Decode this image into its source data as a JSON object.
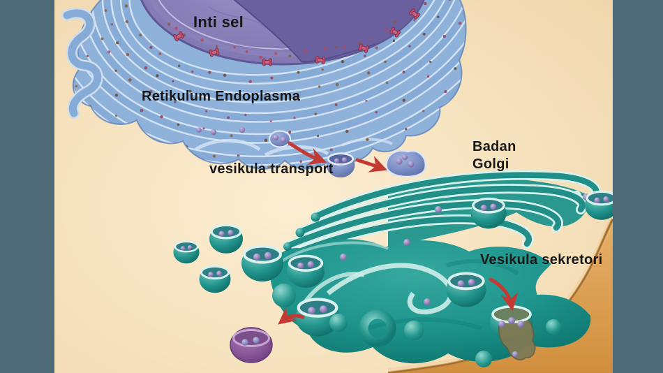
{
  "labels": {
    "nucleus": "Inti sel",
    "endoplasmic_reticulum": "Retikulum Endoplasma",
    "transport_vesicle": "vesikula transport",
    "golgi_apparatus": "Badan Golgi",
    "secretory_vesicle": "Vesikula sekretori"
  },
  "colors": {
    "background_cream": "#f4e0bd",
    "letterbox_gray": "#4e6a76",
    "er_blue": "#85abd6",
    "nucleus_purple": "#8b82bb",
    "golgi_teal": "#1f948c",
    "vesicle_dot_lavender": "#9486bc",
    "arrow_red": "#c23a33",
    "membrane_tan": "#dda45f",
    "lysosome_purple": "#8a569a"
  }
}
